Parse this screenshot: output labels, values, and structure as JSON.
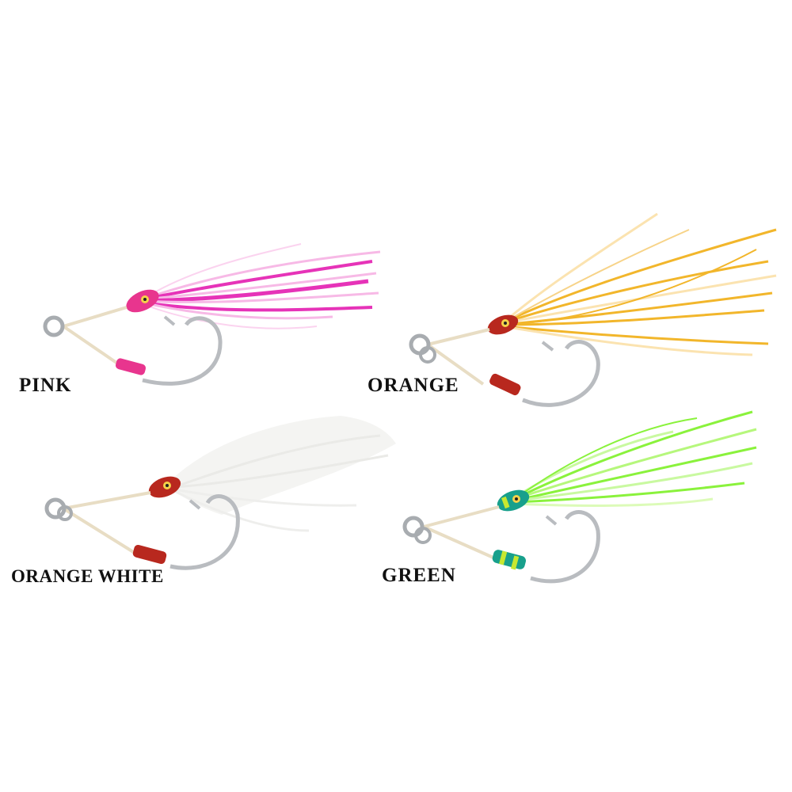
{
  "variants": [
    {
      "label": "PINK",
      "skirt_color": "#e633b8",
      "skirt_light": "#f7b9e6",
      "head_color": "#e8358e"
    },
    {
      "label": "ORANGE",
      "skirt_color": "#f2b62b",
      "skirt_light": "#fbe3b0",
      "head_color": "#b8281e"
    },
    {
      "label": "ORANGE WHITE",
      "skirt_color": "#f4f4f2",
      "skirt_light": "#ffffff",
      "head_color": "#b8281e"
    },
    {
      "label": "GREEN",
      "skirt_color": "#8af23c",
      "skirt_light": "#dcfbb8",
      "head_color": "#18a08c"
    }
  ],
  "colors": {
    "background": "#ffffff",
    "hook": "#b9bcc0",
    "line": "#e8ddc4",
    "ring": "#a8acb0"
  }
}
